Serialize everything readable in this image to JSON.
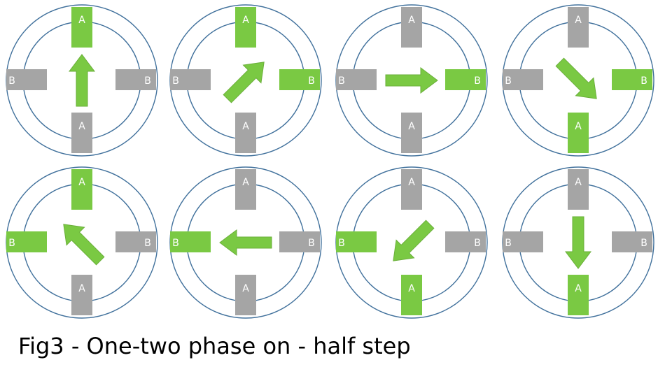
{
  "caption": "Fig3 - One-two phase on - half step",
  "colors": {
    "energized": "#7ac943",
    "unenergized": "#a5a5a5",
    "ring": "#41719c",
    "label": "#ffffff",
    "arrow": "#7ac943"
  },
  "steps": [
    {
      "label_a": "A",
      "label_b": "B",
      "poles": {
        "top": "on",
        "bottom": "off",
        "left": "off",
        "right": "off"
      },
      "arrow": "up"
    },
    {
      "label_a": "A",
      "label_b": "B",
      "poles": {
        "top": "on",
        "bottom": "off",
        "left": "off",
        "right": "on"
      },
      "arrow": "up-right"
    },
    {
      "label_a": "A",
      "label_b": "B",
      "poles": {
        "top": "off",
        "bottom": "off",
        "left": "off",
        "right": "on"
      },
      "arrow": "right"
    },
    {
      "label_a": "A",
      "label_b": "B",
      "poles": {
        "top": "off",
        "bottom": "on",
        "left": "off",
        "right": "on"
      },
      "arrow": "down-right"
    },
    {
      "label_a": "A",
      "label_b": "B",
      "poles": {
        "top": "on",
        "bottom": "off",
        "left": "on",
        "right": "off"
      },
      "arrow": "up-left"
    },
    {
      "label_a": "A",
      "label_b": "B",
      "poles": {
        "top": "off",
        "bottom": "off",
        "left": "on",
        "right": "off"
      },
      "arrow": "left"
    },
    {
      "label_a": "A",
      "label_b": "B",
      "poles": {
        "top": "off",
        "bottom": "on",
        "left": "on",
        "right": "off"
      },
      "arrow": "down-left"
    },
    {
      "label_a": "A",
      "label_b": "B",
      "poles": {
        "top": "off",
        "bottom": "on",
        "left": "off",
        "right": "off"
      },
      "arrow": "down"
    }
  ]
}
